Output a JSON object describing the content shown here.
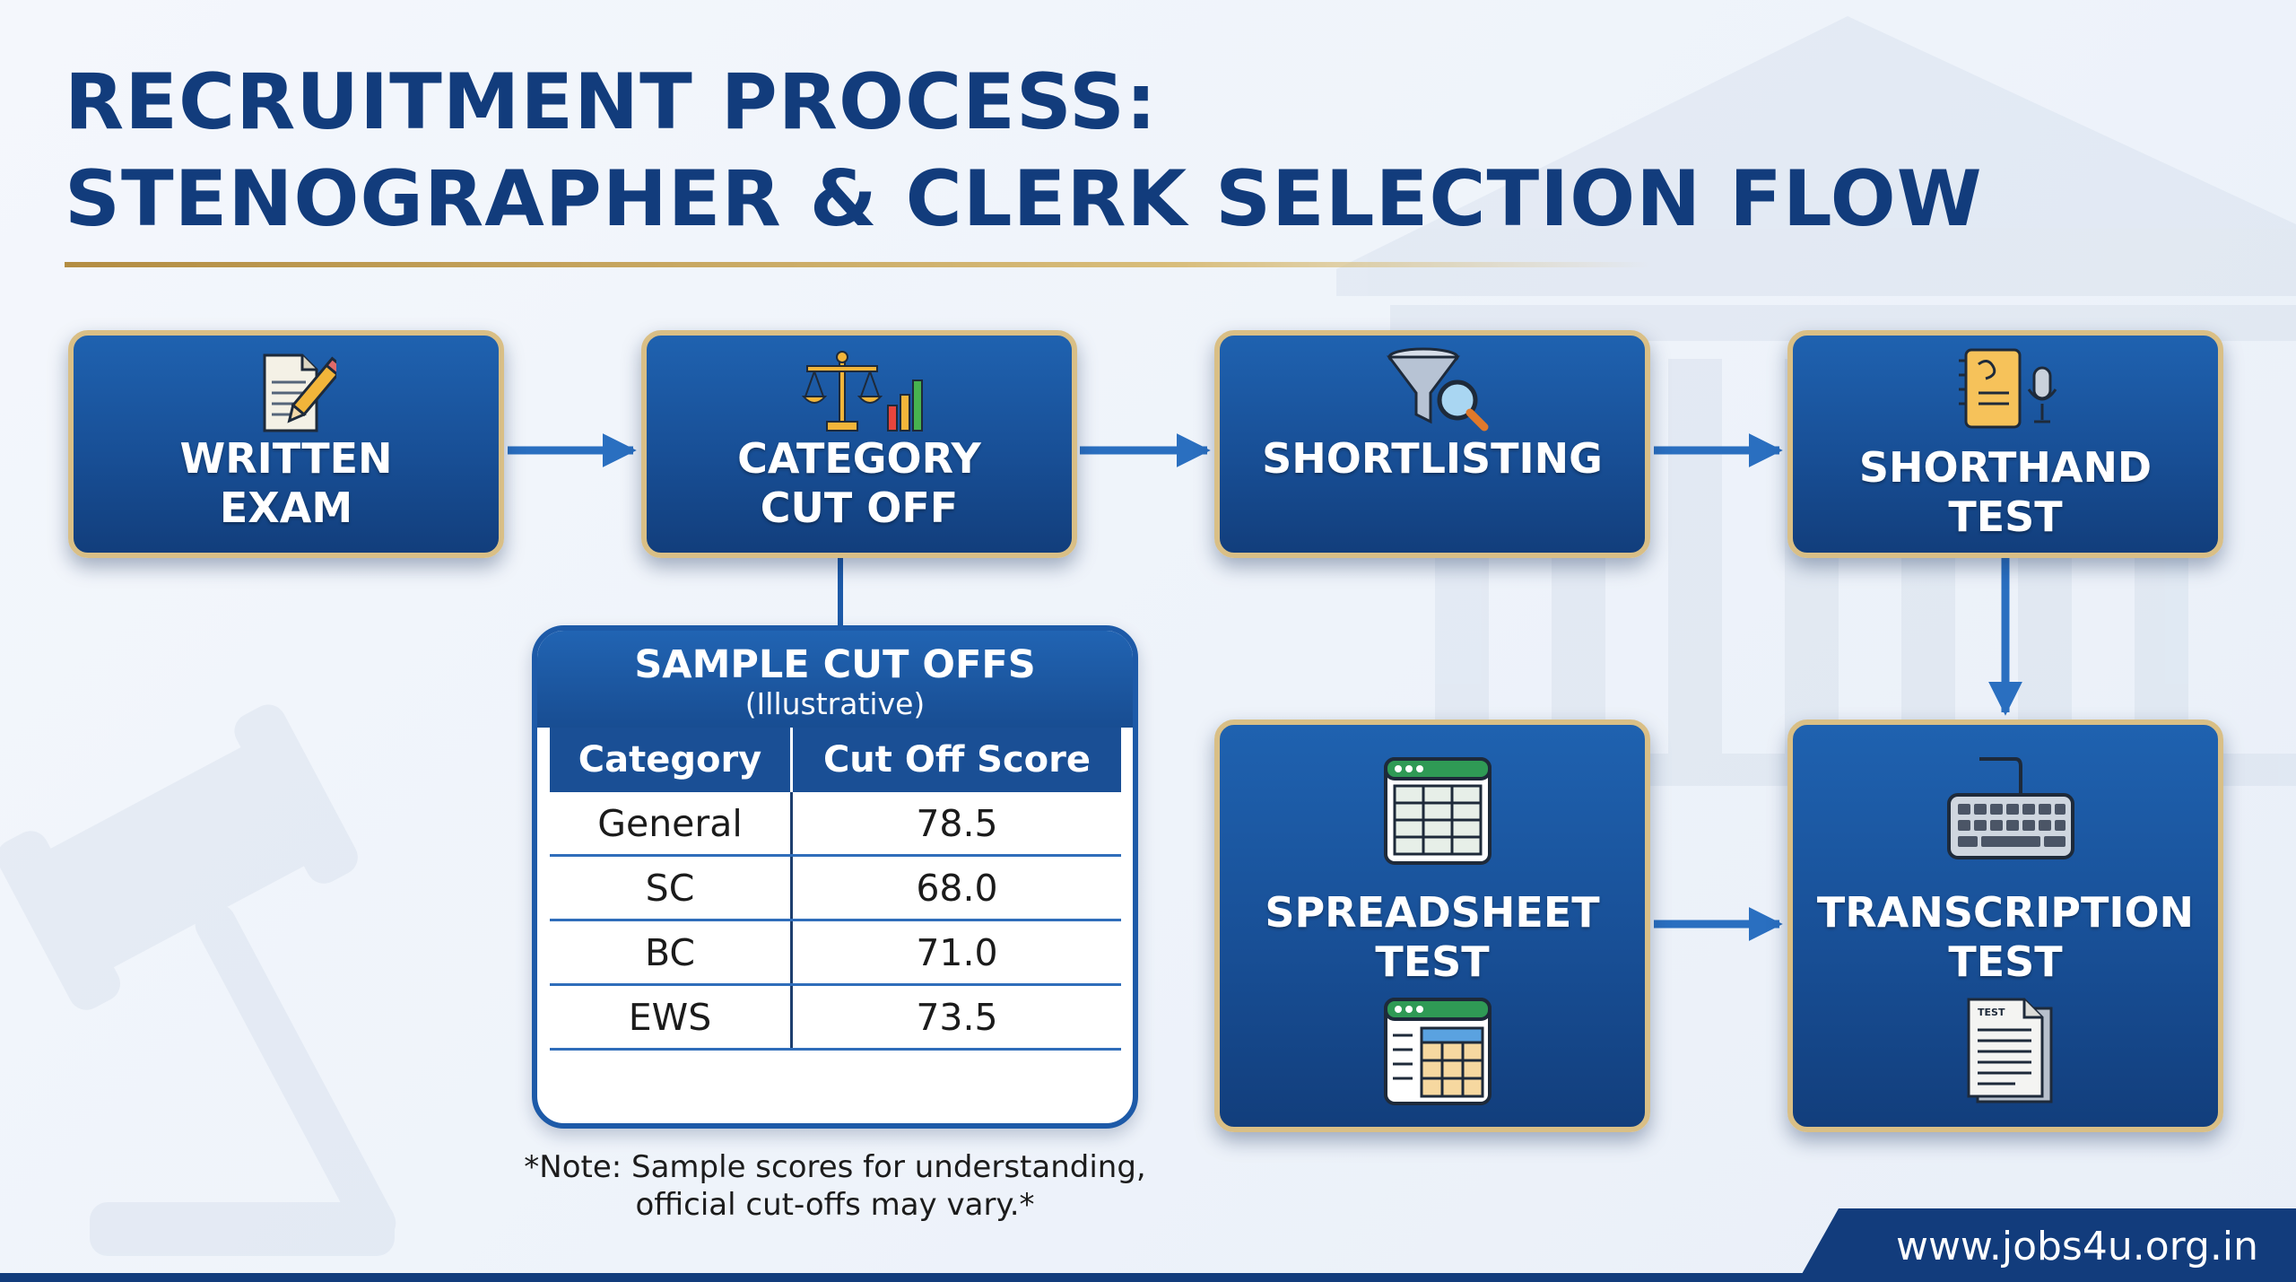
{
  "title": {
    "line1": "RECRUITMENT PROCESS:",
    "line2": "STENOGRAPHER & CLERK SELECTION FLOW"
  },
  "stages": {
    "written_exam": {
      "label": "WRITTEN\nEXAM",
      "icon": "exam-paper-pencil-icon"
    },
    "category_cut_off": {
      "label": "CATEGORY\nCUT OFF",
      "icon": "scales-chart-icon"
    },
    "shortlisting": {
      "label": "SHORTLISTING",
      "icon": "funnel-magnifier-icon"
    },
    "shorthand_test": {
      "label": "SHORTHAND\nTEST",
      "icon": "notepad-microphone-icon"
    },
    "spreadsheet_test": {
      "label": "SPREADSHEET\nTEST",
      "icon": "spreadsheet-icon"
    },
    "transcription_test": {
      "label": "TRANSCRIPTION\nTEST",
      "icon": "keyboard-icon"
    }
  },
  "cutoff_panel": {
    "title": "SAMPLE CUT OFFS",
    "subtitle": "(Illustrative)",
    "headers": [
      "Category",
      "Cut Off Score"
    ],
    "rows": [
      [
        "General",
        "78.5"
      ],
      [
        "SC",
        "68.0"
      ],
      [
        "BC",
        "71.0"
      ],
      [
        "EWS",
        "73.5"
      ]
    ]
  },
  "note": {
    "line1": "*Note: Sample scores for understanding,",
    "line2": "official cut-offs may vary.*"
  },
  "test_doc_label": "TEST",
  "website": "www.jobs4u.org.in",
  "colors": {
    "title": "#123c7c",
    "stage_fill": "#184f96",
    "stage_border": "#d9bf86",
    "arrow": "#2a6fc0",
    "gold_rule": "#c4a25a"
  }
}
